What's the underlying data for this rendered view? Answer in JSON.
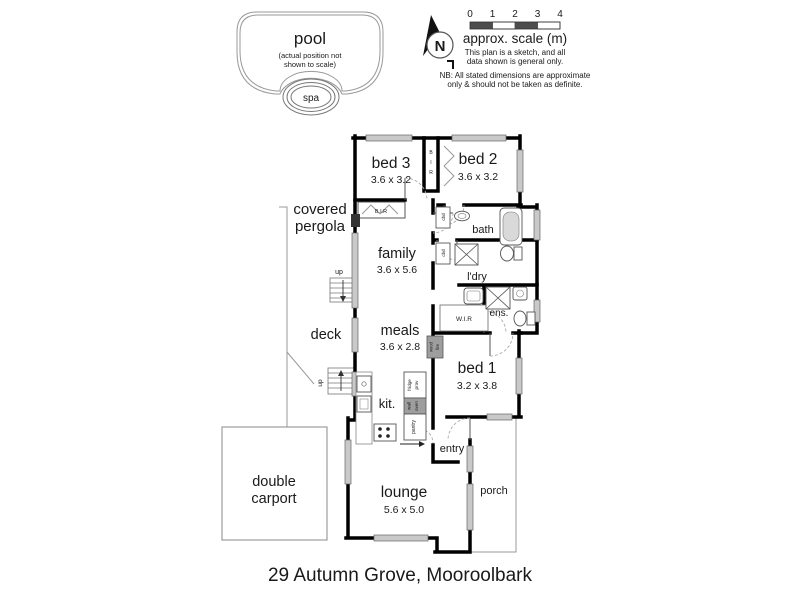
{
  "address_title": "29 Autumn Grove, Mooroolbark",
  "pool_area": {
    "pool_label": "pool",
    "note_line1": "(actual position not",
    "note_line2": "shown to scale)",
    "spa_label": "spa"
  },
  "compass": {
    "north_label": "N"
  },
  "scale_bar": {
    "ticks": [
      "0",
      "1",
      "2",
      "3",
      "4"
    ],
    "caption": "approx. scale (m)",
    "note_line1": "This plan is a sketch, and all",
    "note_line2": "data shown is general only.",
    "note_line3": "NB: All stated dimensions are approximate",
    "note_line4": "only & should not be taken as definite."
  },
  "rooms": {
    "bed3": {
      "name": "bed 3",
      "dims": "3.6 x 3.2"
    },
    "bed2": {
      "name": "bed 2",
      "dims": "3.6 x 3.2"
    },
    "family": {
      "name": "family",
      "dims": "3.6 x 5.6"
    },
    "meals": {
      "name": "meals",
      "dims": "3.6 x 2.8"
    },
    "bed1": {
      "name": "bed 1",
      "dims": "3.2 x 3.8"
    },
    "lounge": {
      "name": "lounge",
      "dims": "5.6 x 5.0"
    },
    "bath": {
      "name": "bath"
    },
    "laundry": {
      "name": "l'dry"
    },
    "ensuite": {
      "name": "ens."
    },
    "kitchen": {
      "name": "kit."
    },
    "entry": {
      "name": "entry"
    },
    "porch": {
      "name": "porch"
    },
    "deck": {
      "name": "deck"
    },
    "pergola": {
      "line1": "covered",
      "line2": "pergola"
    },
    "carport": {
      "line1": "double",
      "line2": "carport"
    },
    "wir": {
      "name": "W.I.R"
    },
    "bir": {
      "name": "B.I.R"
    },
    "bir_letters": [
      "B",
      "I",
      "R"
    ]
  },
  "fixtures": {
    "wood_fire_line1": "wood",
    "wood_fire_line2": "fire",
    "fridge_line1": "fridge",
    "fridge_line2": "prov",
    "oven_line1": "wall",
    "oven_line2": "oven",
    "pantry": "pantry",
    "cbd": "cbd",
    "up": "up"
  },
  "colors": {
    "wall": "#000000",
    "window_fill": "#c9c9c9",
    "fixture_gray": "#9e9e9e",
    "scale_dark": "#4d4d4d"
  }
}
